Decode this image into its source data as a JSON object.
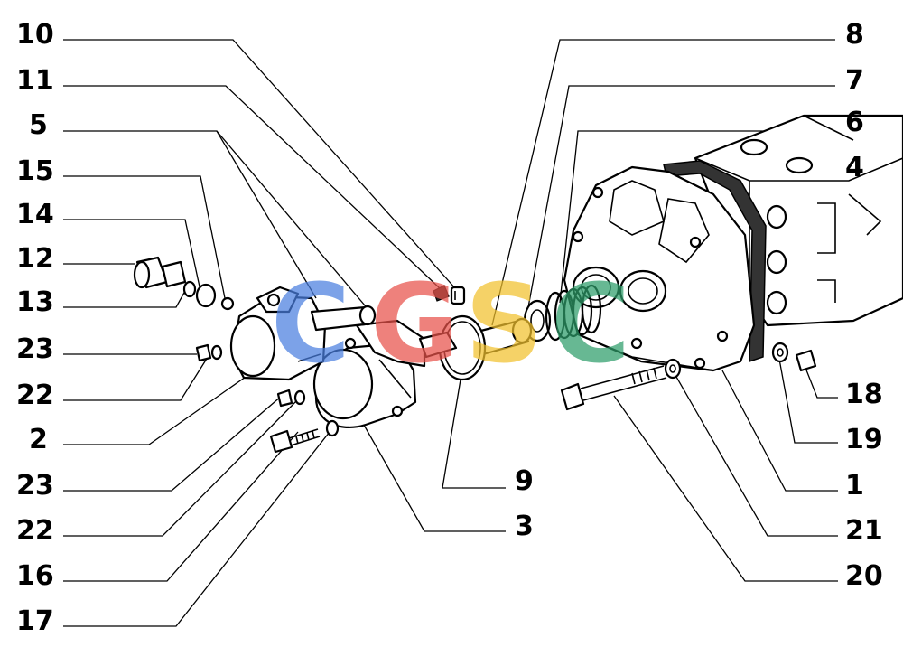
{
  "callouts_left": [
    {
      "id": "c10",
      "label": "10"
    },
    {
      "id": "c11",
      "label": "11"
    },
    {
      "id": "c5",
      "label": "5"
    },
    {
      "id": "c15",
      "label": "15"
    },
    {
      "id": "c14",
      "label": "14"
    },
    {
      "id": "c12",
      "label": "12"
    },
    {
      "id": "c13",
      "label": "13"
    },
    {
      "id": "c23a",
      "label": "23"
    },
    {
      "id": "c22a",
      "label": "22"
    },
    {
      "id": "c2",
      "label": "2"
    },
    {
      "id": "c23b",
      "label": "23"
    },
    {
      "id": "c22b",
      "label": "22"
    },
    {
      "id": "c16",
      "label": "16"
    },
    {
      "id": "c17",
      "label": "17"
    }
  ],
  "callouts_right": [
    {
      "id": "c8",
      "label": "8"
    },
    {
      "id": "c7",
      "label": "7"
    },
    {
      "id": "c6",
      "label": "6"
    },
    {
      "id": "c4",
      "label": "4"
    },
    {
      "id": "c18",
      "label": "18"
    },
    {
      "id": "c19",
      "label": "19"
    },
    {
      "id": "c1",
      "label": "1"
    },
    {
      "id": "c21",
      "label": "21"
    },
    {
      "id": "c20",
      "label": "20"
    }
  ],
  "callouts_bottom": [
    {
      "id": "c9",
      "label": "9"
    },
    {
      "id": "c3",
      "label": "3"
    }
  ],
  "watermark": {
    "letters": [
      "C",
      "G",
      "S",
      "C"
    ],
    "colors": [
      "#4a7fe0",
      "#e8524a",
      "#f2c12e",
      "#2e9d6a"
    ]
  },
  "colors": {
    "ink": "#000000",
    "background": "#ffffff"
  }
}
